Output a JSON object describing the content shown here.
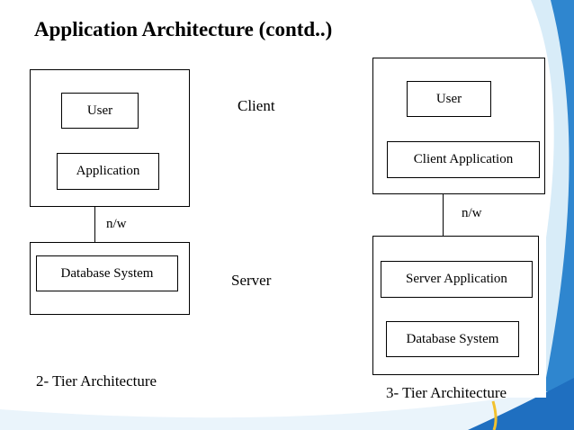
{
  "slide": {
    "title": "Application Architecture (contd..)"
  },
  "two_tier": {
    "user": "User",
    "application": "Application",
    "network": "n/w",
    "database": "Database System",
    "caption": "2- Tier Architecture"
  },
  "labels": {
    "client": "Client",
    "server": "Server"
  },
  "three_tier": {
    "user": "User",
    "client_application": "Client Application",
    "network": "n/w",
    "server_application": "Server Application",
    "database": "Database System",
    "caption": "3- Tier Architecture"
  },
  "colors": {
    "background": "#ffffff",
    "accent_blue": "#1f6fc0",
    "accent_light_blue": "#cfe6f7",
    "accent_yellow": "#f2c12e"
  }
}
